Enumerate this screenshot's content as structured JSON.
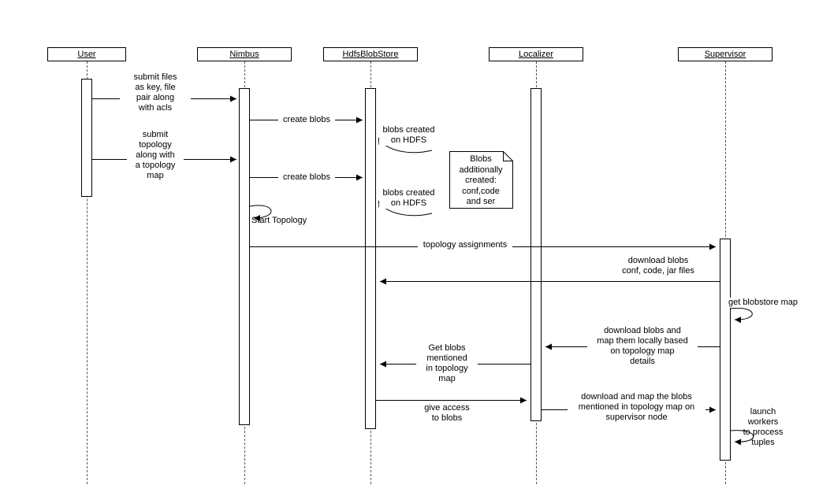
{
  "diagram": {
    "type": "uml-sequence-diagram",
    "actors": [
      {
        "name": "User"
      },
      {
        "name": "Nimbus"
      },
      {
        "name": "HdfsBlobStore"
      },
      {
        "name": "Localizer"
      },
      {
        "name": "Supervisor"
      }
    ],
    "labels": {
      "submit_files": "submit files\nas key, file\npair along\nwith acls",
      "create_blobs_1": "create blobs",
      "blobs_created_1": "blobs created\non HDFS",
      "submit_topology": "submit\ntopology\nalong with\na topology\nmap",
      "create_blobs_2": "create blobs",
      "blobs_created_2": "blobs created\non HDFS",
      "note": "Blobs\nadditionally\ncreated:\nconf,code\nand ser",
      "start_topology": "Start Topology",
      "topology_assignments": "topology assignments",
      "download_blobs": "download blobs\nconf, code, jar files",
      "get_blobstore_map": "get blobstore map",
      "download_blobs_map_locally": "download blobs and\nmap them locally based\non topology map\ndetails",
      "get_blobs_mentioned": "Get blobs\nmentioned\nin topology\nmap",
      "give_access": "give access\nto blobs",
      "download_and_map": "download and map the blobs\nmentioned in topology map on\nsupervisor node",
      "launch_workers": "launch\nworkers\nto process\ntuples"
    },
    "colors": {
      "line": "#000000",
      "lifeline_dash": "#555555",
      "background": "#ffffff"
    }
  }
}
